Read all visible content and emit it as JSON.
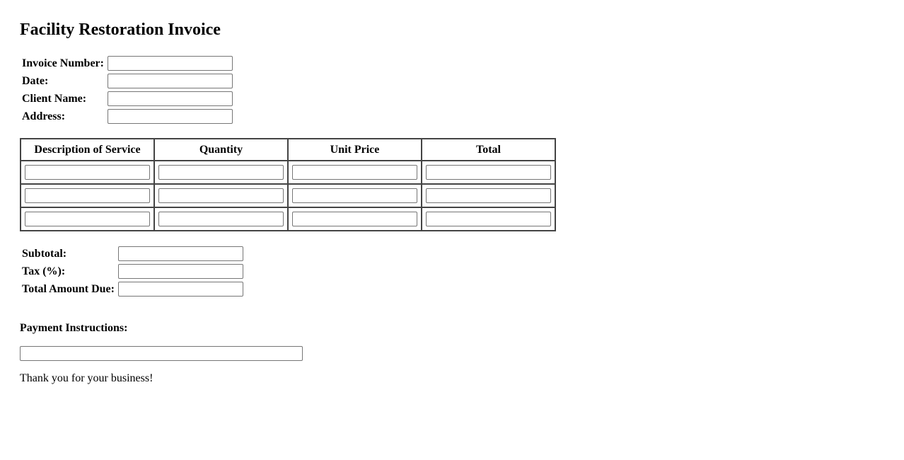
{
  "invoice": {
    "title": "Facility Restoration Invoice",
    "fields": {
      "invoice_number_label": "Invoice Number:",
      "date_label": "Date:",
      "client_name_label": "Client Name:",
      "address_label": "Address:"
    },
    "services": {
      "headers": [
        "Description of Service",
        "Quantity",
        "Unit Price",
        "Total"
      ],
      "rows": [
        [
          "",
          "",
          "",
          ""
        ],
        [
          "",
          "",
          "",
          ""
        ],
        [
          "",
          "",
          "",
          ""
        ]
      ]
    },
    "totals": {
      "subtotal_label": "Subtotal:",
      "tax_label": "Tax (%):",
      "total_due_label": "Total Amount Due:"
    },
    "payment_instructions_label": "Payment Instructions:",
    "thank_you": "Thank you for your business!"
  }
}
